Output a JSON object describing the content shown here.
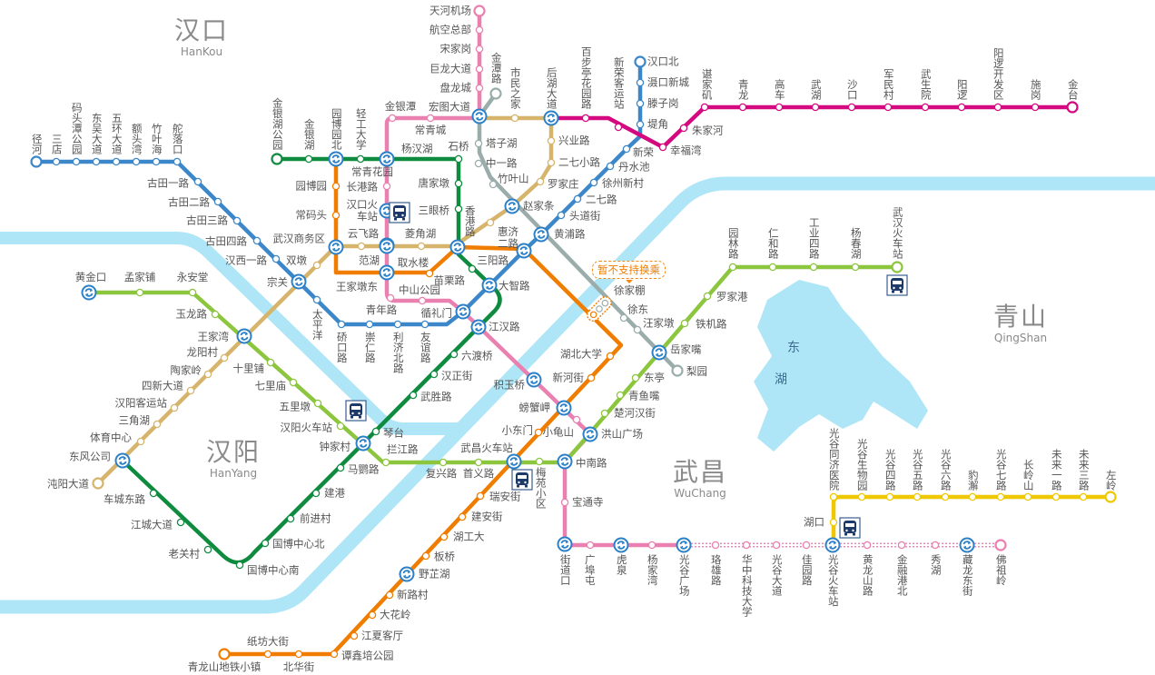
{
  "title": "武汉地铁线路图",
  "districts": [
    {
      "zh": "汉口",
      "en": "HanKou"
    },
    {
      "zh": "汉阳",
      "en": "HanYang"
    },
    {
      "zh": "武昌",
      "en": "WuChang"
    },
    {
      "zh": "青山",
      "en": "QingShan"
    }
  ],
  "lake": {
    "char1": "东",
    "char2": "湖"
  },
  "notice": "暂不支持换乘",
  "colors": {
    "line1": "#3b87c9",
    "line2": "#e980b0",
    "line3": "#d6b46c",
    "line4": "#8cc63e",
    "line6": "#0f8b3f",
    "line7": "#f07d00",
    "line8": "#9aadab",
    "line11": "#f0c800",
    "line21": "#d4087f",
    "river": "#aee6f7",
    "transfer": "#2b80c8",
    "railway_icon": "#1e3a6b"
  },
  "stations": [
    "径河",
    "三店",
    "码头潭公园",
    "东吴大道",
    "五环大道",
    "额头湾",
    "竹叶海",
    "舵落口",
    "古田一路",
    "古田二路",
    "古田三路",
    "古田四路",
    "汉西一路",
    "宗关",
    "太平洋",
    "硚口路",
    "崇仁路",
    "利济北路",
    "友谊路",
    "循礼门",
    "大智路",
    "三阳路",
    "黄浦路",
    "头道街",
    "二七路",
    "徐州新村",
    "丹水池",
    "新荣",
    "堤角",
    "滕子岗",
    "滠口新城",
    "汉口北",
    "天河机场",
    "航空总部",
    "宋家岗",
    "巨龙大道",
    "盘龙城",
    "宏图大道",
    "常青城",
    "金银潭",
    "杨汉湖",
    "长港路",
    "汉口火车站",
    "范湖",
    "王家墩东",
    "青年路",
    "中山公园",
    "江汉路",
    "积玉桥",
    "螃蟹岬",
    "小龟山",
    "洪山广场",
    "中南路",
    "宝通寺",
    "街道口",
    "广埠屯",
    "虎泉",
    "杨家湾",
    "光谷广场",
    "珞雄路",
    "华中科技大学",
    "光谷大道",
    "佳园路",
    "光谷火车站",
    "黄龙山路",
    "金融港北",
    "秀湖",
    "藏龙东街",
    "佛祖岭",
    "沌阳大道",
    "东风公司",
    "体育中心",
    "三角湖",
    "汉阳客运站",
    "四新大道",
    "陶家岭",
    "龙阳村",
    "王家湾",
    "双墩",
    "武汉商务区",
    "云飞路",
    "菱角湖",
    "香港路",
    "惠济二路",
    "赵家条",
    "罗家庄",
    "二七小路",
    "兴业路",
    "后湖大道",
    "市民之家",
    "黄金口",
    "孟家铺",
    "永安堂",
    "玉龙路",
    "十里铺",
    "七里庙",
    "五里墩",
    "汉阳火车站",
    "钟家村",
    "拦江路",
    "复兴路",
    "首义路",
    "武昌火车站",
    "梅苑小区",
    "楚河汉街",
    "青鱼嘴",
    "东亭",
    "岳家嘴",
    "铁机路",
    "罗家港",
    "园林路",
    "仁和路",
    "工业四路",
    "杨春湖",
    "武汉火车站",
    "金银湖公园",
    "金银湖",
    "园博园北",
    "轻工大学",
    "常青花园",
    "石桥",
    "唐家墩",
    "三眼桥",
    "苗栗路",
    "六渡桥",
    "汉正街",
    "武胜路",
    "琴台",
    "马鹦路",
    "建港",
    "前进村",
    "国博中心北",
    "国博中心南",
    "老关村",
    "江城大道",
    "车城东路",
    "园博园",
    "常码头",
    "取水楼",
    "徐家棚",
    "湖北大学",
    "新河街",
    "小东门",
    "瑞安街",
    "建安街",
    "湖工大",
    "板桥",
    "野芷湖",
    "新路村",
    "大花岭",
    "江夏客厅",
    "谭鑫培公园",
    "北华街",
    "纸坊大街",
    "青龙山地铁小镇",
    "金潭路",
    "塔子湖",
    "中一路",
    "竹叶山",
    "徐东",
    "汪家墩",
    "梨园",
    "百步亭花园路",
    "新荣客运站",
    "幸福湾",
    "朱家河",
    "谌家矶",
    "青龙",
    "高车",
    "武湖",
    "沙口",
    "军民村",
    "武生院",
    "阳逻",
    "阳逻开发区",
    "施岗",
    "金台",
    "光谷同济医院",
    "光谷生物园",
    "光谷四路",
    "光谷五路",
    "光谷六路",
    "豹澥",
    "光谷七路",
    "长岭山",
    "未来一路",
    "未来三路",
    "左岭",
    "湖口"
  ]
}
